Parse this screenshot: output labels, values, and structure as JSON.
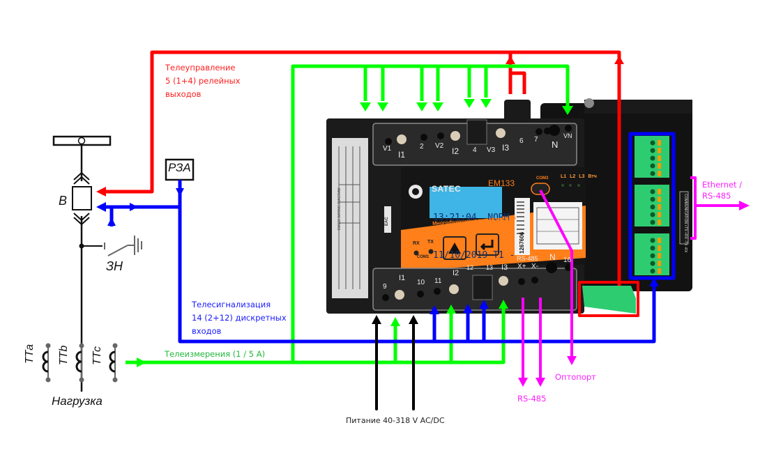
{
  "labels": {
    "telecontrol": [
      "Телеуправление",
      "5 (1+4) релейных",
      "выходов"
    ],
    "telesignal": [
      "Телесигнализация",
      "14 (2+12) дискретных",
      "входов"
    ],
    "telemeasure": "Телеизмерения (1 / 5 А)",
    "power": "Питание 40-318 V AC/DC",
    "rs485": "RS-485",
    "optoport": "Оптопорт",
    "ethernet": [
      "Ethernet /",
      "RS-485"
    ]
  },
  "schematic": {
    "breaker": "В",
    "earth_switch": "ЗН",
    "relay_protection": "РЗА",
    "load": "Нагрузка",
    "ct": [
      "ТТа",
      "ТТb",
      "ТТс"
    ]
  },
  "device": {
    "brand": "SATEC",
    "model": "EM133",
    "subtitle": "Многофункциональный счетчик",
    "lcd_line1": "13:21:04  NORM",
    "lcd_line2": "11/10/2019 T1 -",
    "serial": "1267606",
    "com3": "COM3",
    "com1": "COM1",
    "rx": "RX",
    "tx": "TX",
    "leds": [
      "L1",
      "L2",
      "L3",
      "Втч"
    ],
    "top_terminals": [
      "V1",
      "I1",
      "2",
      "V2",
      "I2",
      "4",
      "V3",
      "I3",
      "6",
      "7",
      "N",
      "VN"
    ],
    "bottom_terminals": [
      "9",
      "I1",
      "10",
      "11",
      "I2",
      "12",
      "13",
      "I3",
      "RS-485",
      "X+",
      "X-",
      "N",
      "16"
    ],
    "comm_label": "COMMUNICATION +TX +RX -TX -RX",
    "side_label": "EM133 WIRING DIAGRAM",
    "eac": "EAC"
  },
  "colors": {
    "telecontrol": "#ff0000",
    "telesignal": "#0000ff",
    "telemeasure": "#00ff00",
    "comm": "#ff00ff",
    "power": "#000000",
    "orange": "#ff7f1a",
    "lcd": "#3fb4e6"
  }
}
